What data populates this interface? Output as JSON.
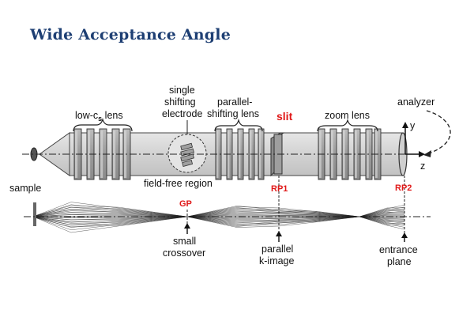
{
  "title": "Wide Acceptance Angle",
  "labels": {
    "low_cs_lens": "low-c",
    "low_cs_sub": "s",
    "low_cs_suffix": " lens",
    "single": "single",
    "shifting": "shifting",
    "electrode": "electrode",
    "parallel": "parallel-",
    "shifting_lens": "shifting lens",
    "slit": "slit",
    "zoom_lens": "zoom lens",
    "analyzer": "analyzer",
    "axis_y": "y",
    "axis_z": "z",
    "sample": "sample",
    "field_free_region": "field-free region",
    "rp1": "RP1",
    "rp2": "RP2",
    "gp": "GP",
    "small": "small",
    "crossover": "crossover",
    "parallel2": "parallel",
    "k_image": "k-image",
    "entrance": "entrance",
    "plane": "plane"
  },
  "colors": {
    "title": "#1e3f73",
    "red_labels": "#e01818",
    "tube_fill": "#d9d9d9",
    "lens_fill": "#a9a9a9"
  }
}
